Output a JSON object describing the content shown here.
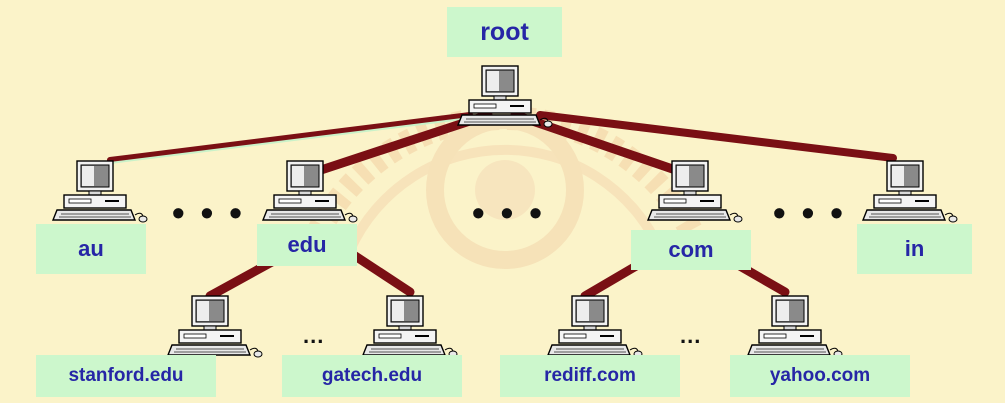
{
  "colors": {
    "background": "#fbf3c9",
    "label_bg": "#ccf7cc",
    "label_text": "#2626a6",
    "link": "#7a0f14"
  },
  "nodes": {
    "root": "root",
    "au": "au",
    "edu": "edu",
    "com": "com",
    "in": "in",
    "stanford": "stanford.edu",
    "gatech": "gatech.edu",
    "rediff": "rediff.com",
    "yahoo": "yahoo.com"
  },
  "ellipses": {
    "l1_a": "• • •",
    "l1_b": "• • •",
    "l1_c": "• • •",
    "l2_a": "...",
    "l2_b": "..."
  }
}
